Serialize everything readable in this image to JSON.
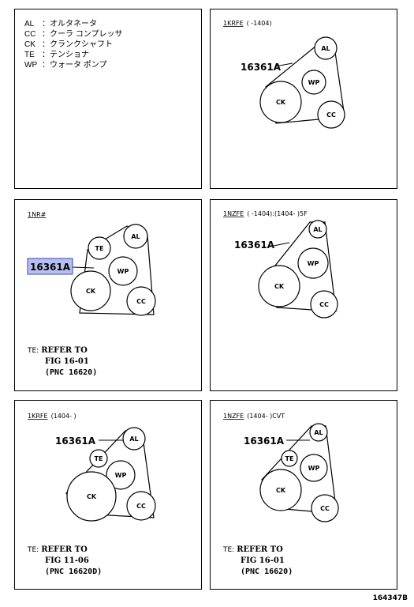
{
  "legend": [
    {
      "abbr": "AL",
      "sep": "：",
      "name": "オルタネータ"
    },
    {
      "abbr": "CC",
      "sep": "：",
      "name": "クーラ コンプレッサ"
    },
    {
      "abbr": "CK",
      "sep": "：",
      "name": "クランクシャフト"
    },
    {
      "abbr": "TE",
      "sep": "：",
      "name": "テンショナ"
    },
    {
      "abbr": "WP",
      "sep": "：",
      "name": "ウォータ ポンプ"
    }
  ],
  "pulleys": {
    "al": "AL",
    "wp": "WP",
    "ck": "CK",
    "cc": "CC",
    "te": "TE"
  },
  "part_number": "16361A",
  "panels": [
    {
      "engine": "1KRFE",
      "spec": "(      -1404)"
    },
    {
      "engine": "1NR#",
      "spec": "",
      "note": {
        "prefix": "TE:",
        "line1": "REFER TO",
        "line2": "FIG 16-01",
        "line3": "(PNC 16620)"
      }
    },
    {
      "engine": "1NZFE",
      "spec": "(      -1404):(1404-       )5F"
    },
    {
      "engine": "1KRFE",
      "spec": "(1404-       )",
      "note": {
        "prefix": "TE:",
        "line1": "REFER TO",
        "line2": "FIG 11-06",
        "line3": "(PNC 16620D)"
      }
    },
    {
      "engine": "1NZFE",
      "spec": "(1404-       )CVT",
      "note": {
        "prefix": "TE:",
        "line1": "REFER TO",
        "line2": "FIG 16-01",
        "line3": "(PNC 16620)"
      }
    }
  ],
  "highlight_color": "#b6bff0",
  "figure_id": "164347B"
}
